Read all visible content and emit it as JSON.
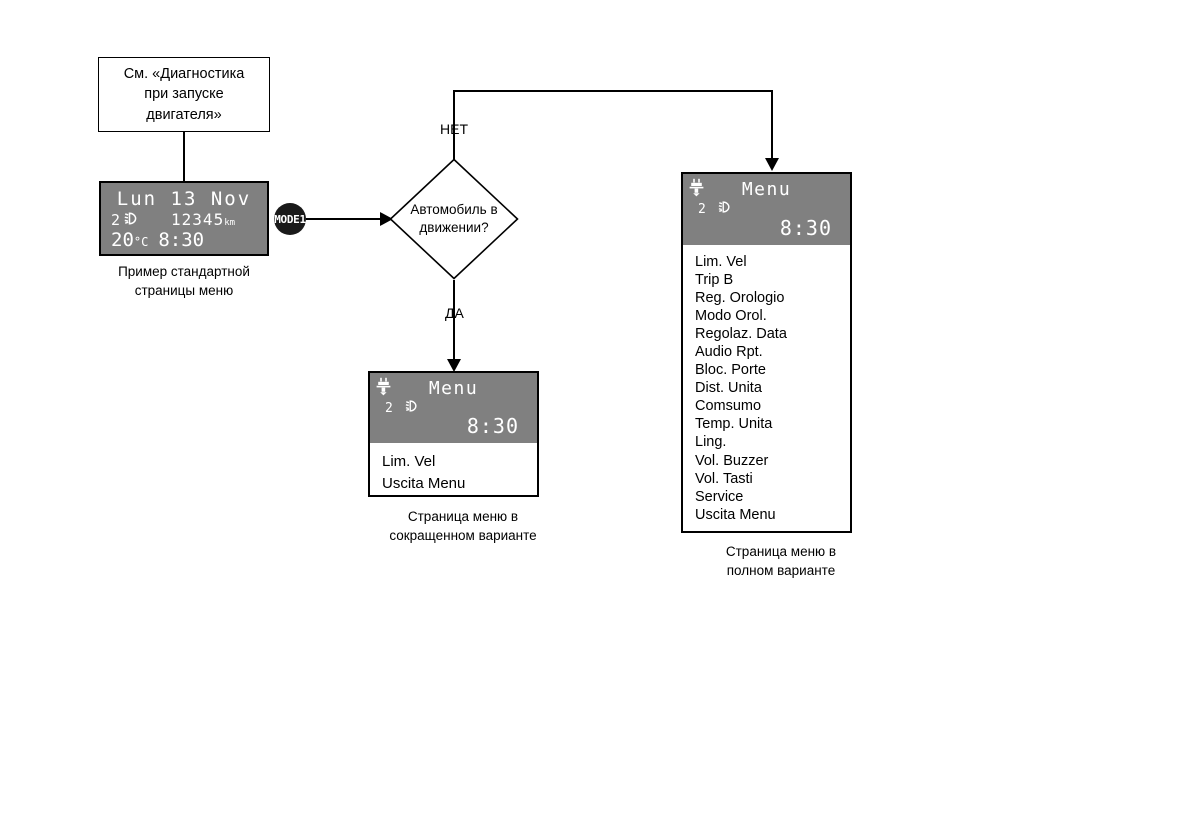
{
  "diagram": {
    "type": "flowchart",
    "reference_box": {
      "lines": [
        "См. «Диагностика",
        "при запуске",
        "двигателя»"
      ]
    },
    "decision": {
      "lines": [
        "Автомобиль в",
        "движении?"
      ],
      "branch_no": "НЕТ",
      "branch_yes": "ДА"
    },
    "mode_button": {
      "label": "MODE1"
    },
    "standard_display": {
      "date": "Lun 13 Nov",
      "gear": "2",
      "odometer": "12345",
      "odometer_unit": "km",
      "temperature": "20",
      "temperature_unit": "°C",
      "clock": "8:30",
      "icons": [
        "low-beam-icon"
      ],
      "caption": [
        "Пример стандартной",
        "страницы меню"
      ],
      "lcd_color": "#808080",
      "text_color": "#ffffff"
    },
    "short_menu": {
      "title": "Menu",
      "gear": "2",
      "clock": "8:30",
      "icons": [
        "plug-icon",
        "low-beam-icon"
      ],
      "items": [
        "Lim. Vel",
        "Uscita Menu"
      ],
      "caption": [
        "Страница меню в",
        "сокращенном варианте"
      ]
    },
    "full_menu": {
      "title": "Menu",
      "gear": "2",
      "clock": "8:30",
      "icons": [
        "plug-icon",
        "low-beam-icon"
      ],
      "items": [
        "Lim. Vel",
        "Trip B",
        "Reg. Orologio",
        "Modo Orol.",
        "Regolaz. Data",
        "Audio Rpt.",
        "Bloc. Porte",
        "Dist. Unita",
        "Comsumo",
        "Temp. Unita",
        "Ling.",
        "Vol. Buzzer",
        "Vol. Tasti",
        "Service",
        "Uscita Menu"
      ],
      "caption": [
        "Страница меню в",
        "полном варианте"
      ]
    },
    "colors": {
      "stroke": "#000000",
      "lcd_background": "#808080",
      "lcd_foreground": "#ffffff",
      "page_background": "#ffffff",
      "button_fill": "#1a1a1a"
    }
  }
}
